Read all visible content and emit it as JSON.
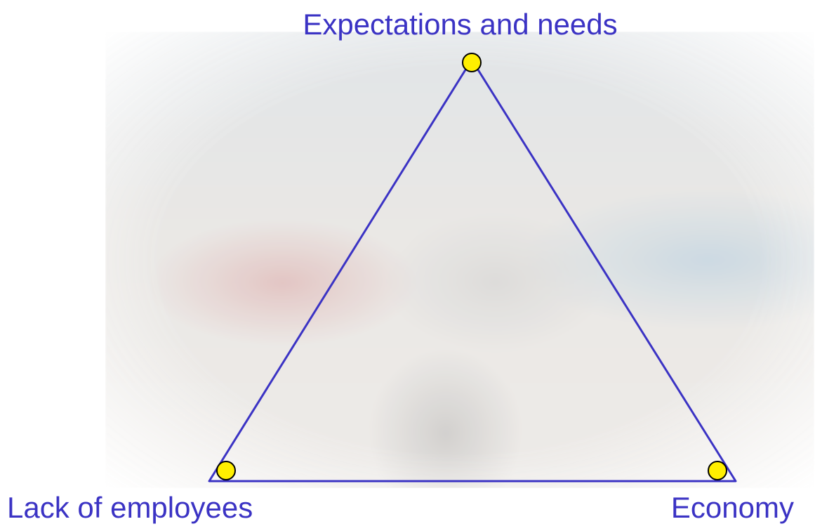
{
  "diagram": {
    "nodes": {
      "top": "Expectations and needs",
      "bottom_left": "Lack of employees",
      "bottom_right": "Economy"
    },
    "colors": {
      "edge": "#3b33c4",
      "label": "#3b33c4",
      "node_fill": "#ffef00",
      "node_stroke": "#000000"
    }
  }
}
